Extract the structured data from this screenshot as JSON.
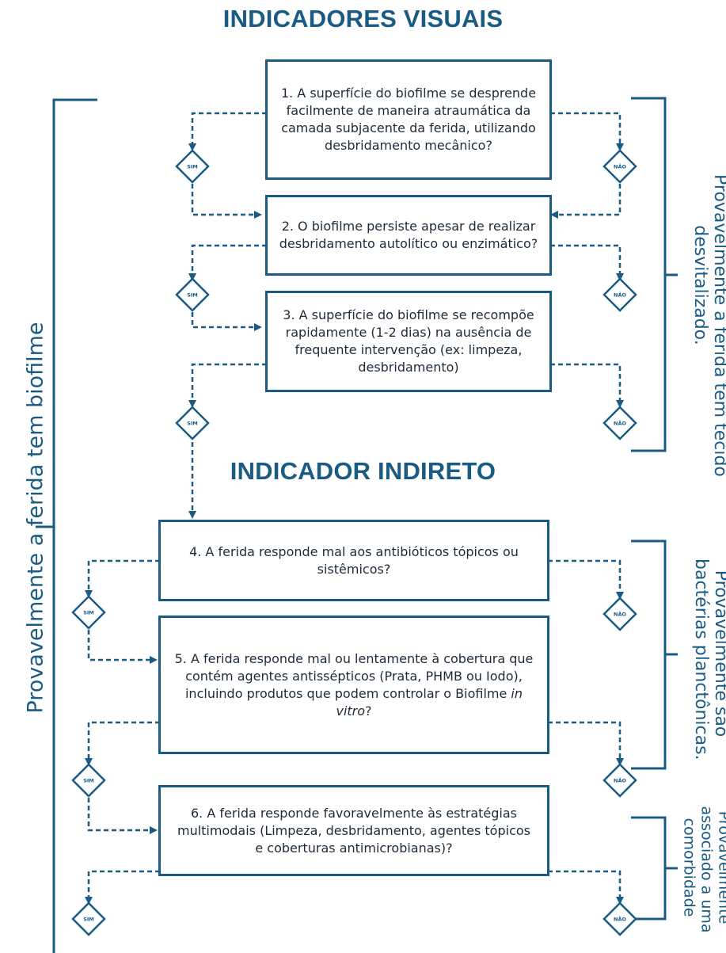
{
  "headings": {
    "visual": "INDICADORES VISUAIS",
    "indirect": "INDICADOR INDIRETO"
  },
  "questions": [
    {
      "text": "1. A superfície do biofilme se desprende facilmente de maneira atraumática da camada subjacente da ferida, utilizando desbridamento mecânico?"
    },
    {
      "text": "2. O biofilme persiste apesar de realizar desbridamento autolítico ou enzimático?"
    },
    {
      "text": "3. A superfície do biofilme se recompõe rapidamente (1-2 dias) na ausência de frequente intervenção (ex: limpeza, desbridamento)"
    },
    {
      "text": "4. A ferida responde mal aos antibióticos tópicos ou sistêmicos?"
    },
    {
      "text_before": "5. A ferida responde mal ou lentamente à cobertura que contém agentes antissépticos (Prata, PHMB ou Iodo), incluindo produtos que podem  controlar o Biofilme ",
      "text_italic": "in vitro",
      "text_after": "?"
    },
    {
      "text": "6. A ferida responde favoravelmente às estratégias multimodais (Limpeza,  desbridamento,  agentes tópicos e coberturas antimicrobianas)?"
    }
  ],
  "answers": {
    "yes": "SIM",
    "no": "NÃO"
  },
  "side_labels": {
    "left": "Provavelmente a ferida tem biofilme",
    "right_1_line1": "Provavelmente a ferida tem tecido",
    "right_1_line2": "desvitalizado.",
    "right_2_line1": "Provavelmente são",
    "right_2_line2": "bactérias planctônicas.",
    "right_3_line1": "Provavelmente",
    "right_3_line2": "associado a uma",
    "right_3_line3": "comorbidade"
  },
  "colors": {
    "primary": "#1a5b84",
    "text": "#1c2b3a"
  }
}
